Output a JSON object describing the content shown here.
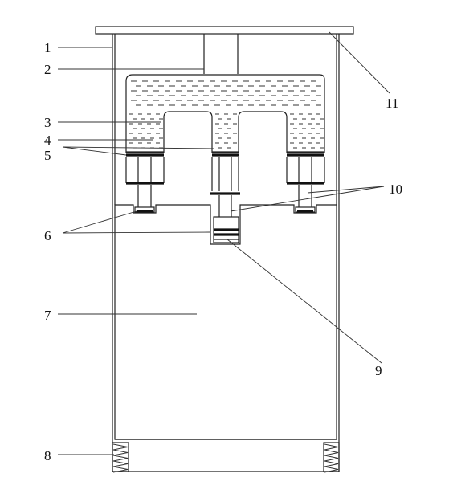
{
  "labels": {
    "l1": "1",
    "l2": "2",
    "l3": "3",
    "l4": "4",
    "l5": "5",
    "l6": "6",
    "l7": "7",
    "l8": "8",
    "l9": "9",
    "l10": "10",
    "l11": "11"
  },
  "colors": {
    "line": "#222222",
    "background": "#ffffff"
  }
}
